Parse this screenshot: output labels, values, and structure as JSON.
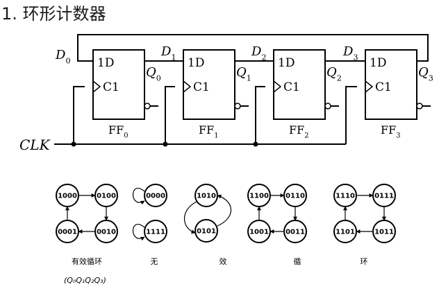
{
  "title": "1. 环形计数器",
  "circuit": {
    "clk_label": "CLK",
    "ff_top_label": "1D",
    "ff_clock_label": "C1",
    "flipflops": [
      {
        "name": "FF",
        "sub": "0",
        "in_letter": "D",
        "in_sub": "0",
        "out_letter": "Q",
        "out_sub": "0"
      },
      {
        "name": "FF",
        "sub": "1",
        "in_letter": "D",
        "in_sub": "1",
        "out_letter": "Q",
        "out_sub": "1"
      },
      {
        "name": "FF",
        "sub": "2",
        "in_letter": "D",
        "in_sub": "2",
        "out_letter": "Q",
        "out_sub": "2"
      },
      {
        "name": "FF",
        "sub": "3",
        "in_letter": "D",
        "in_sub": "3",
        "out_letter": "Q",
        "out_sub": "3"
      }
    ]
  },
  "state_diagram": {
    "order_label": "(Q₀Q₁Q₂Q₃)",
    "groups": [
      {
        "caption": "有效循环",
        "states": [
          "1000",
          "0100",
          "0010",
          "0001"
        ]
      },
      {
        "caption": "无",
        "states": [
          "0000",
          "1111"
        ]
      },
      {
        "caption": "效",
        "states": [
          "1010",
          "0101"
        ]
      },
      {
        "caption": "循",
        "states": [
          "1100",
          "0110",
          "0011",
          "1001"
        ]
      },
      {
        "caption": "环",
        "states": [
          "1110",
          "0111",
          "1011",
          "1101"
        ]
      }
    ]
  }
}
